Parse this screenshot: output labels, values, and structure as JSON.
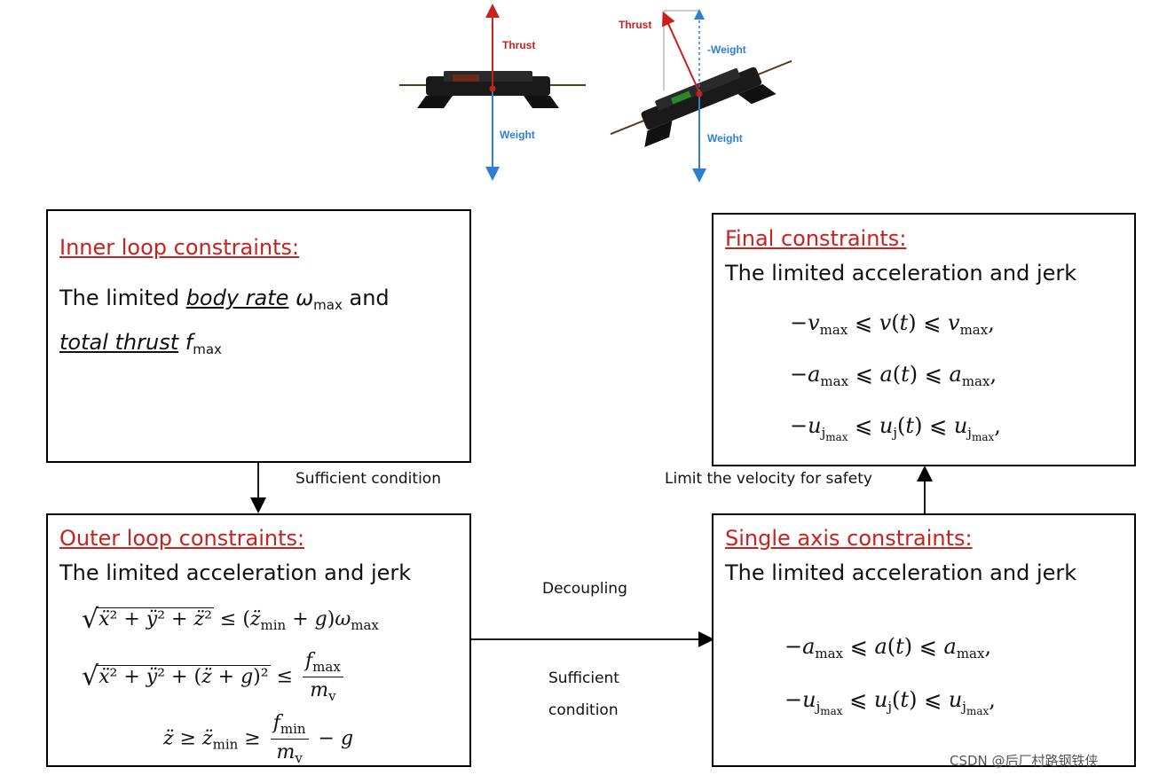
{
  "illustration": {
    "left_drone": {
      "thrust_label": "Thrust",
      "weight_label": "Weight"
    },
    "right_drone": {
      "thrust_label": "Thrust",
      "neg_weight_label": "-Weight",
      "weight_label": "Weight"
    },
    "colors": {
      "thrust": "#c9211e",
      "weight": "#2f7fd1"
    }
  },
  "inner_box": {
    "title": "Inner loop constraints:",
    "line1_prefix": "The limited ",
    "line1_underlined": "body rate",
    "line1_symbol": "ω",
    "line1_sub": "max",
    "line1_suffix": " and",
    "line2_underlined": "total thrust",
    "line2_symbol": "f",
    "line2_sub": "max"
  },
  "outer_box": {
    "title": "Outer loop constraints:",
    "description": "The limited acceleration and jerk",
    "eq1": "√(ẍ² + ÿ² + z̈²) ≤ (z̈min + g)ωmax",
    "eq2": "√(ẍ² + ÿ² + (z̈ + g)²) ≤ fmax / mv",
    "eq3": "z̈ ≥ z̈min ≥ fmin / mv − g"
  },
  "single_box": {
    "title": "Single axis constraints:",
    "description": "The limited acceleration and jerk",
    "eq1": "−amax ⩽ a(t) ⩽ amax,",
    "eq2": "−ujmax ⩽ uj(t) ⩽ ujmax,"
  },
  "final_box": {
    "title": "Final constraints:",
    "description": "The limited acceleration and jerk",
    "eq1": "−vmax ⩽ v(t) ⩽ vmax,",
    "eq2": "−amax ⩽ a(t) ⩽ amax,",
    "eq3": "−ujmax ⩽ uj(t) ⩽ ujmax,"
  },
  "arrows": {
    "inner_to_outer": "Sufficient condition",
    "outer_to_single_top": "Decoupling",
    "outer_to_single_bottom_1": "Sufficient",
    "outer_to_single_bottom_2": "condition",
    "single_to_final": "Limit the velocity for safety"
  },
  "watermark": "CSDN @后厂村路钢铁侠"
}
